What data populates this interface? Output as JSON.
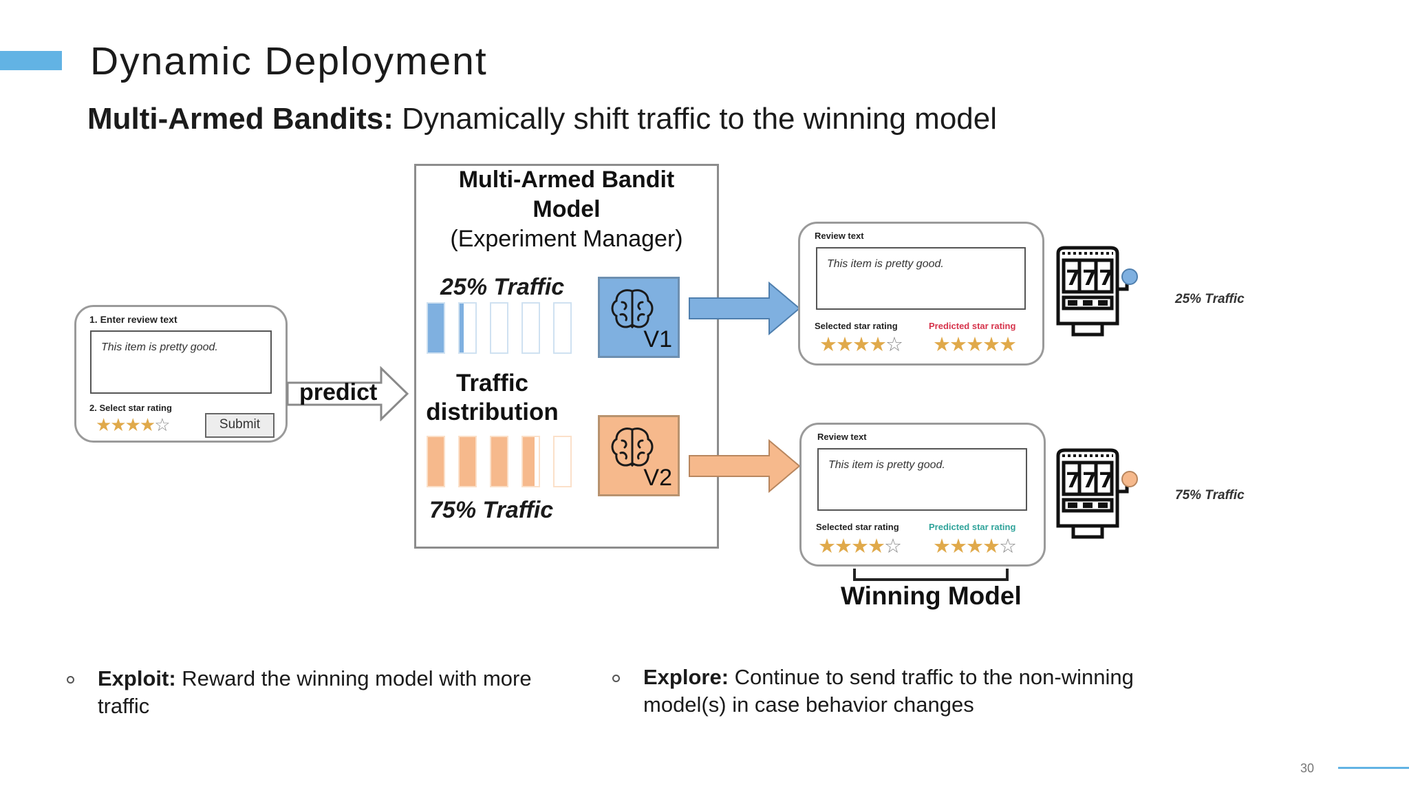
{
  "slide": {
    "title": "Dynamic Deployment",
    "subtitle_bold": "Multi-Armed Bandits:",
    "subtitle_rest": " Dynamically shift traffic to the winning model",
    "page_number": "30",
    "accent_color": "#62b3e4"
  },
  "input_form": {
    "step1_label": "1. Enter review text",
    "review_text": "This item is pretty good.",
    "step2_label": "2. Select star rating",
    "stars": "★★★★",
    "stars_empty": "☆",
    "submit_label": "Submit"
  },
  "predict_arrow": {
    "label": "predict"
  },
  "bandit": {
    "title_line1": "Multi-Armed Bandit",
    "title_line2": "Model",
    "subtitle": "(Experiment Manager)",
    "v1_traffic": "25% Traffic",
    "distribution_line1": "Traffic",
    "distribution_line2": "distribution",
    "v2_traffic": "75% Traffic",
    "v1_label": "V1",
    "v2_label": "V2",
    "v1_color": "#7fb0e0",
    "v2_color": "#f6b98c",
    "v1_share": 0.25,
    "v2_share": 0.75
  },
  "output_v1": {
    "review_label": "Review text",
    "review_text": "This item is pretty good.",
    "selected_label": "Selected star rating",
    "predicted_label": "Predicted star rating",
    "predicted_label_color": "#d6334b",
    "selected_stars": "★★★★",
    "selected_empty": "☆",
    "predicted_stars": "★★★★★",
    "predicted_empty": ""
  },
  "output_v2": {
    "review_label": "Review text",
    "review_text": "This item is pretty good.",
    "selected_label": "Selected star rating",
    "predicted_label": "Predicted star rating",
    "predicted_label_color": "#2fa39a",
    "selected_stars": "★★★★",
    "selected_empty": "☆",
    "predicted_stars": "★★★★",
    "predicted_empty": "☆"
  },
  "right_labels": {
    "v1": "25% Traffic",
    "v2": "75% Traffic"
  },
  "winning_label": "Winning Model",
  "bullets": [
    {
      "bold": "Exploit:",
      "text": " Reward the winning model with more traffic"
    },
    {
      "bold": "Explore:",
      "text": " Continue to send traffic to the non-winning model(s) in case behavior changes"
    }
  ]
}
